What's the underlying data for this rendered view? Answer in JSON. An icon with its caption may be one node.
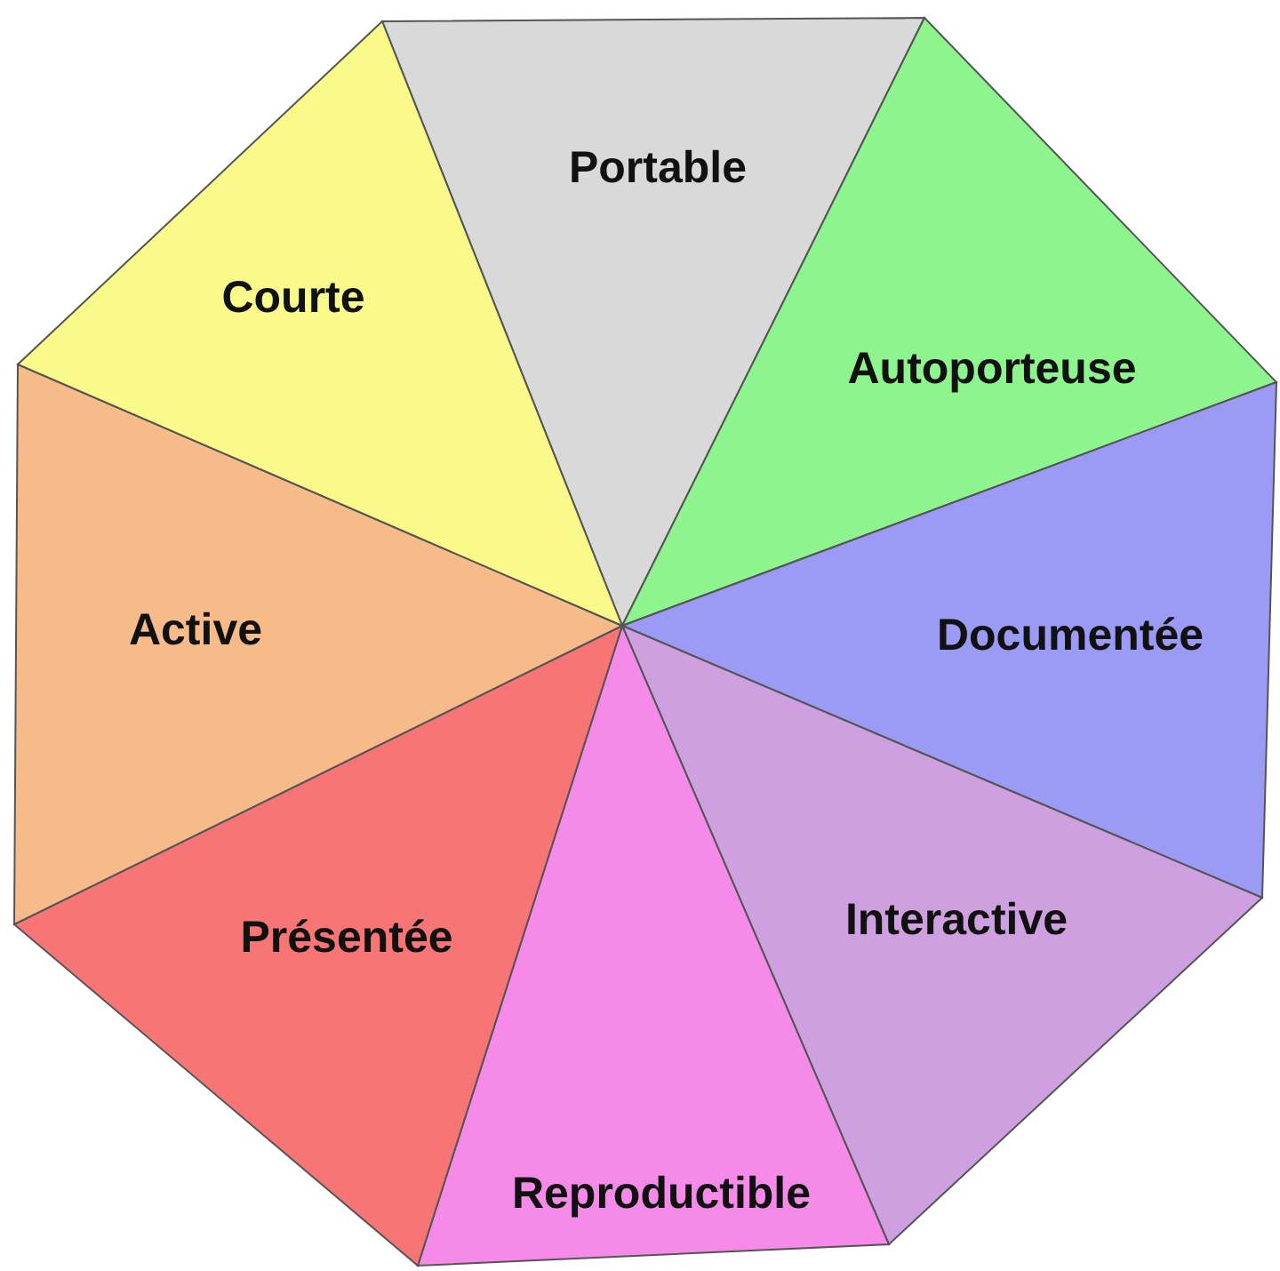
{
  "diagram": {
    "nodes": [
      {
        "text": [
          "Portable"
        ]
      },
      {
        "text": [
          "Autoporteuse"
        ]
      },
      {
        "text": [
          "Documentée"
        ]
      },
      {
        "text": [
          "Interactive"
        ]
      },
      {
        "text": [
          "Reproductible"
        ]
      },
      {
        "text": [
          "Présentée"
        ]
      },
      {
        "text": [
          "Active"
        ]
      },
      {
        "text": [
          "Courte"
        ]
      }
    ]
  }
}
